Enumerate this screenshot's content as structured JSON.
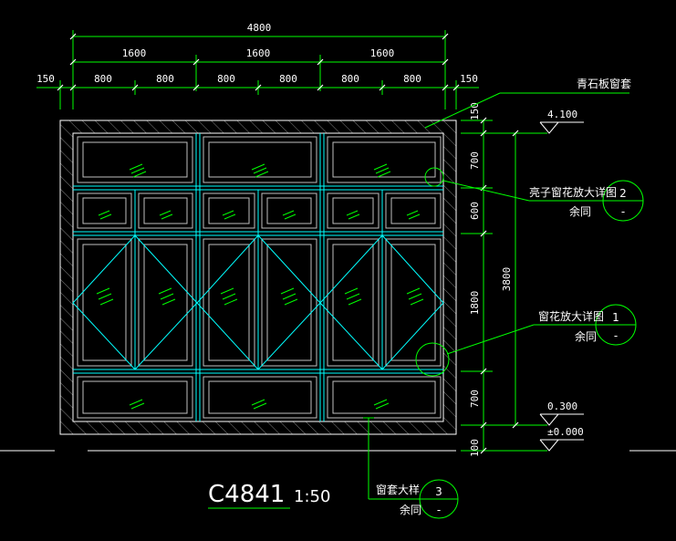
{
  "dimensions": {
    "overall_width": "4800",
    "bay_1": "1600",
    "bay_2": "1600",
    "bay_3": "1600",
    "sub": [
      "800",
      "800",
      "800",
      "800",
      "800",
      "800"
    ],
    "left_margin": "150",
    "right_margin": "150",
    "heights": {
      "top_trim": "150",
      "row1": "700",
      "row2": "600",
      "row3": "1800",
      "row4": "700",
      "base": "100",
      "total": "3800"
    }
  },
  "elevations": {
    "top": "4.100",
    "sill": "0.300",
    "floor": "±0.000"
  },
  "callouts": {
    "stone_trim": "青石板窗套",
    "detail_2_label": "亮子窗花放大详图",
    "detail_2_num": "2",
    "detail_2_sub": "余同",
    "detail_2_sheet": "-",
    "detail_1_label": "窗花放大详图",
    "detail_1_num": "1",
    "detail_1_sub": "余同",
    "detail_1_sheet": "-",
    "detail_3_label": "窗套大样",
    "detail_3_num": "3",
    "detail_3_sub": "余同",
    "detail_3_sheet": "-"
  },
  "title": {
    "code": "C4841",
    "scale": "1:50"
  },
  "colors": {
    "background": "#000000",
    "line_white": "#ffffff",
    "dim_green": "#00ff00",
    "cyan": "#00ffff",
    "grey": "#808080"
  }
}
